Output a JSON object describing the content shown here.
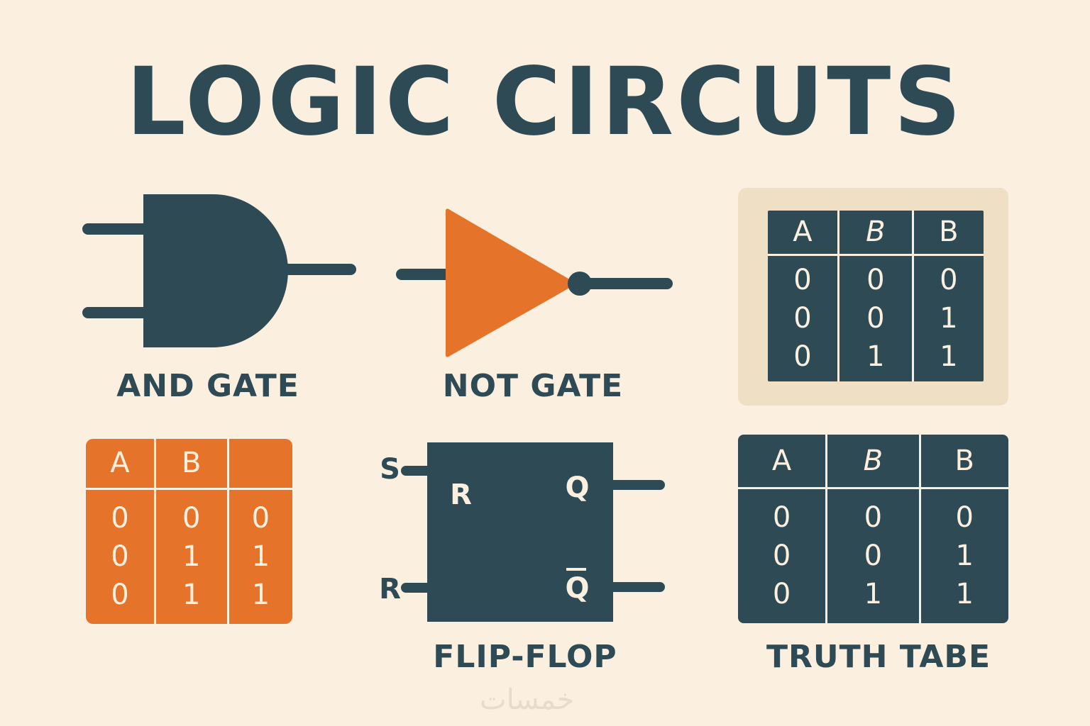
{
  "title": "LOGIC CIRCUTS",
  "labels": {
    "and_gate": "AND GATE",
    "not_gate": "NOT GATE",
    "flip_flop": "FLIP-FLOP",
    "truth_table": "TRUTH TABE"
  },
  "flip_flop": {
    "input_s": "S",
    "input_r": "R",
    "inner_r": "R",
    "output_q": "Q",
    "output_q_bar": "Q"
  },
  "truth_table_top_right": {
    "headers": [
      "A",
      "B",
      "B"
    ],
    "columns": [
      [
        "0",
        "0",
        "0"
      ],
      [
        "0",
        "0",
        "1"
      ],
      [
        "0",
        "1",
        "1"
      ]
    ]
  },
  "truth_table_orange": {
    "headers": [
      "A",
      "B",
      ""
    ],
    "columns": [
      [
        "0",
        "0",
        "0"
      ],
      [
        "0",
        "1",
        "1"
      ],
      [
        "0",
        "1",
        "1"
      ]
    ]
  },
  "truth_table_bottom_right": {
    "headers": [
      "A",
      "B",
      "B"
    ],
    "columns": [
      [
        "0",
        "0",
        "0"
      ],
      [
        "0",
        "0",
        "1"
      ],
      [
        "0",
        "1",
        "1"
      ]
    ]
  },
  "watermark": "خمسات",
  "colors": {
    "background": "#fbf0e0",
    "primary": "#2e4a55",
    "accent": "#e5742a",
    "panel": "#efdfc5"
  }
}
